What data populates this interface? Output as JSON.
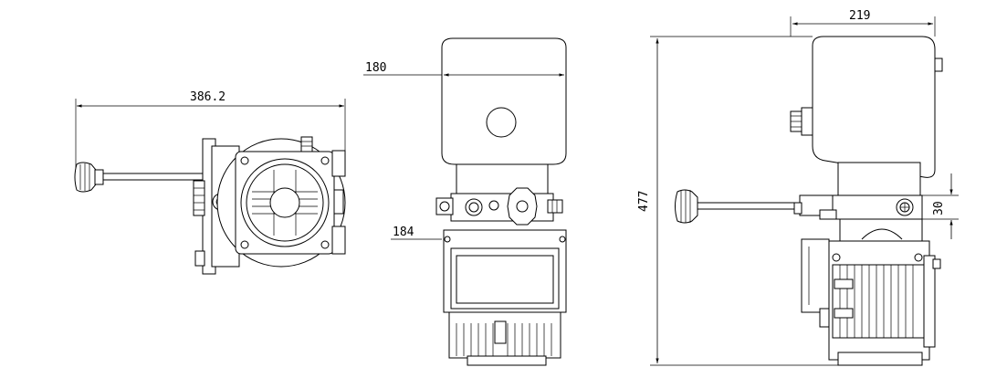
{
  "dimensions": {
    "width_386": "386.2",
    "width_180": "180",
    "width_184": "184",
    "width_219": "219",
    "height_477": "477",
    "height_30": "30"
  },
  "views": {
    "side_view_left": "side-view",
    "front_view": "front-view",
    "side_view_right": "side-view-right"
  }
}
